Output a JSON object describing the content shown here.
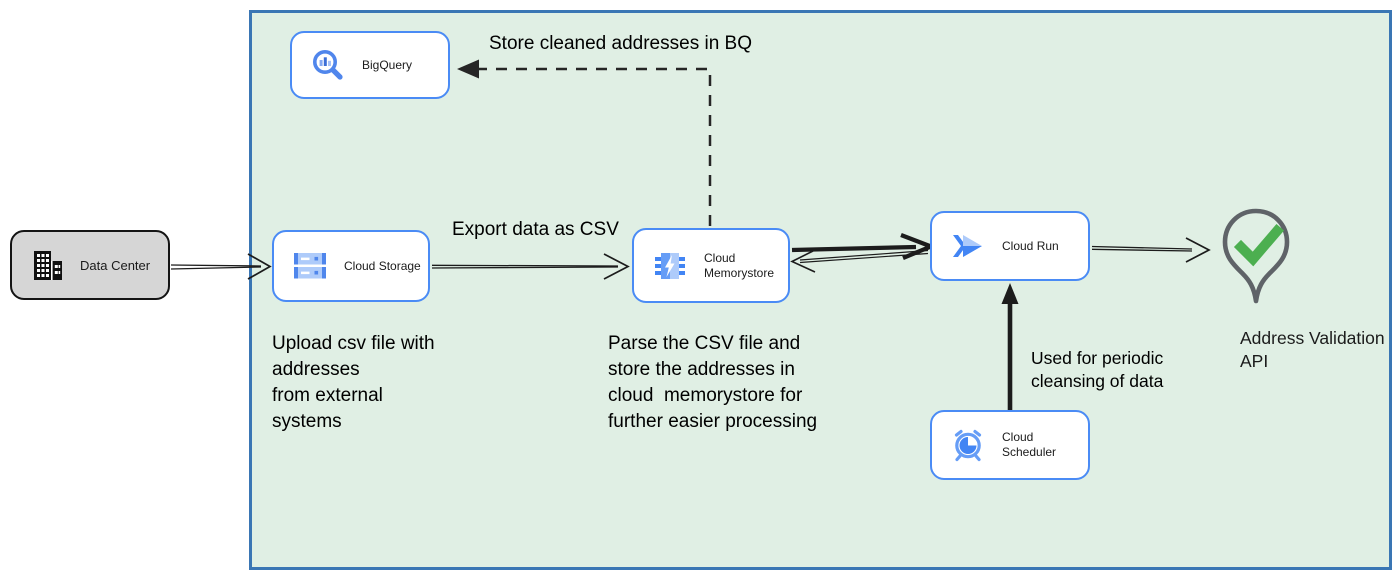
{
  "nodes": {
    "data_center": {
      "label": "Data Center"
    },
    "bigquery": {
      "label": "BigQuery"
    },
    "cloud_storage": {
      "label": "Cloud Storage"
    },
    "cloud_memorystore": {
      "label": "Cloud Memorystore"
    },
    "cloud_run": {
      "label": "Cloud Run"
    },
    "cloud_scheduler": {
      "label": "Cloud Scheduler"
    },
    "address_validation_api": {
      "label": "Address Validation\nAPI"
    }
  },
  "edge_labels": {
    "store_cleaned": "Store cleaned addresses in BQ",
    "export_csv": "Export data as CSV",
    "periodic_cleansing": "Used for periodic\ncleansing of data"
  },
  "annotations": {
    "upload_note": "Upload csv file with\naddresses\nfrom external\nsystems",
    "parse_note": "Parse the CSV file and\nstore the addresses in\ncloud  memorystore for\nfurther easier processing"
  },
  "colors": {
    "container_fill": "#e0efe4",
    "container_border": "#3a76b4",
    "node_border": "#4a8bf5",
    "datacenter_fill": "#d6d6d6",
    "icon_blue": "#4285f4",
    "icon_blue_light": "#aecbfa",
    "check_green": "#4caf50",
    "pin_gray": "#5f6368",
    "arrow_black": "#1c1c1c"
  }
}
